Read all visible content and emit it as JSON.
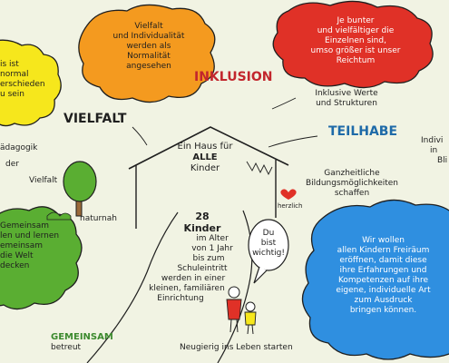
{
  "clouds": {
    "yellow": [
      "is ist",
      "normal",
      "erschieden",
      "u sein"
    ],
    "orange": [
      "Vielfalt",
      "und Individualität",
      "werden als",
      "Normalität",
      "angesehen"
    ],
    "red": [
      "Je bunter",
      "und vielfältiger die",
      "Einzelnen sind,",
      "umso größer ist unser",
      "Reichtum"
    ],
    "green": [
      "Gemeinsam",
      "len und lernen",
      "emeinsam",
      "die Welt",
      "decken"
    ],
    "blue": [
      "Wir wollen",
      "allen Kindern Freiräum",
      "eröffnen, damit diese",
      "ihre Erfahrungen und",
      "Kompetenzen auf ihre",
      "eigene, individuelle Art",
      "zum Ausdruck",
      "bringen können."
    ]
  },
  "labels": {
    "vielfalt": "VIELFALT",
    "inklusion": "INKLUSION",
    "teilhabe": "TEILHABE",
    "gemeinsam": "GEMEINSAM"
  },
  "notes": {
    "paedagogik": [
      "ädagogik",
      "der",
      "Vielfalt"
    ],
    "werte": [
      "Inklusive Werte",
      "und Strukturen"
    ],
    "individ": [
      "Indivi",
      "in",
      "Bli"
    ],
    "bildung": [
      "Ganzheitliche",
      "Bildungsmöglichkeiten",
      "schaffen"
    ],
    "naturnah": "naturnah",
    "herzlich": "herzlich",
    "betreut": "betreut",
    "neugierig": "Neugierig ins Leben starten"
  },
  "house": [
    "Ein",
    "Haus",
    "für",
    "ALLE",
    "Kinder"
  ],
  "path": [
    "28",
    "Kinder",
    "im Alter",
    "von 1 Jahr",
    "bis zum",
    "Schuleintritt",
    "werden in einer",
    "kleinen, familiären",
    "Einrichtung"
  ],
  "bubble": [
    "Du",
    "bist",
    "wichtig!"
  ],
  "colors": {
    "background": "#f1f3e3",
    "yellow": "#f6e71c",
    "orange": "#f49a1f",
    "red": "#e03127",
    "green": "#5aae32",
    "blue": "#2f8fe0",
    "inklusion": "#c2262d",
    "teilhabe": "#1e6aa8"
  }
}
